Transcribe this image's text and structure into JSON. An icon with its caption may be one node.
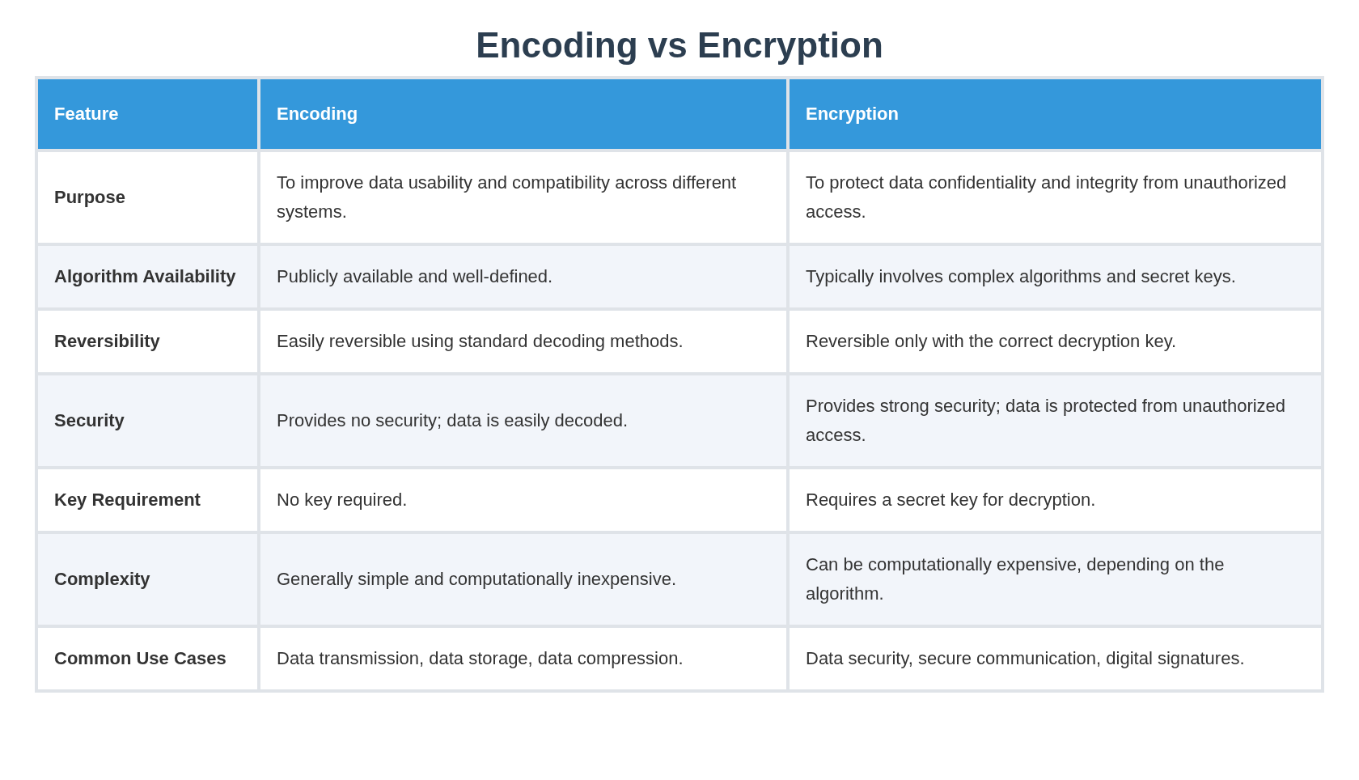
{
  "diagram": {
    "title": "Encoding vs Encryption",
    "labels": [
      "Feature",
      "Encoding",
      "Encryption",
      "Purpose",
      "To improve data usability and compatibility across different systems.",
      "To protect data confidentiality and integrity from unauthorized access.",
      "Algorithm Availability",
      "Publicly available and well-defined.",
      "Typically involves complex algorithms and secret keys.",
      "Reversibility",
      "Easily reversible using standard decoding methods.",
      "Reversible only with the correct decryption key.",
      "Security",
      "Provides no security; data is easily decoded.",
      "Provides strong security; data is protected from unauthorized access.",
      "Key Requirement",
      "No key required.",
      "Requires a secret key for decryption.",
      "Complexity",
      "Generally simple and computationally inexpensive.",
      "Can be computationally expensive, depending on the algorithm.",
      "Common Use Cases",
      "Data transmission, data storage, data compression.",
      "Data security, secure communication, digital signatures."
    ]
  }
}
